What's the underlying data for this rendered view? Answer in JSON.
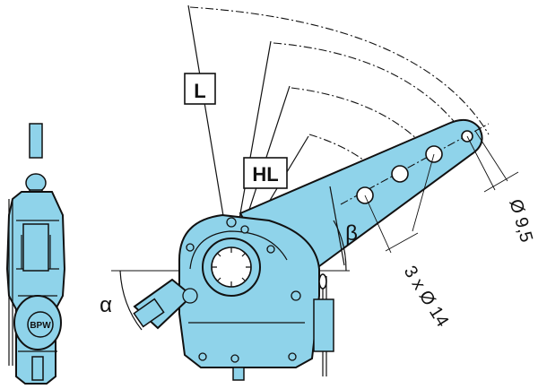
{
  "labels": {
    "lever_length": "L",
    "stroke_length": "HL",
    "angle_alpha": "α",
    "angle_beta": "β",
    "small_hole": "Ø 9,5",
    "holes": "3 x Ø 14"
  },
  "logo": {
    "text": "BPW"
  },
  "colors": {
    "part_fill": "#8fd3ea",
    "outline": "#111111",
    "background": "#ffffff"
  }
}
